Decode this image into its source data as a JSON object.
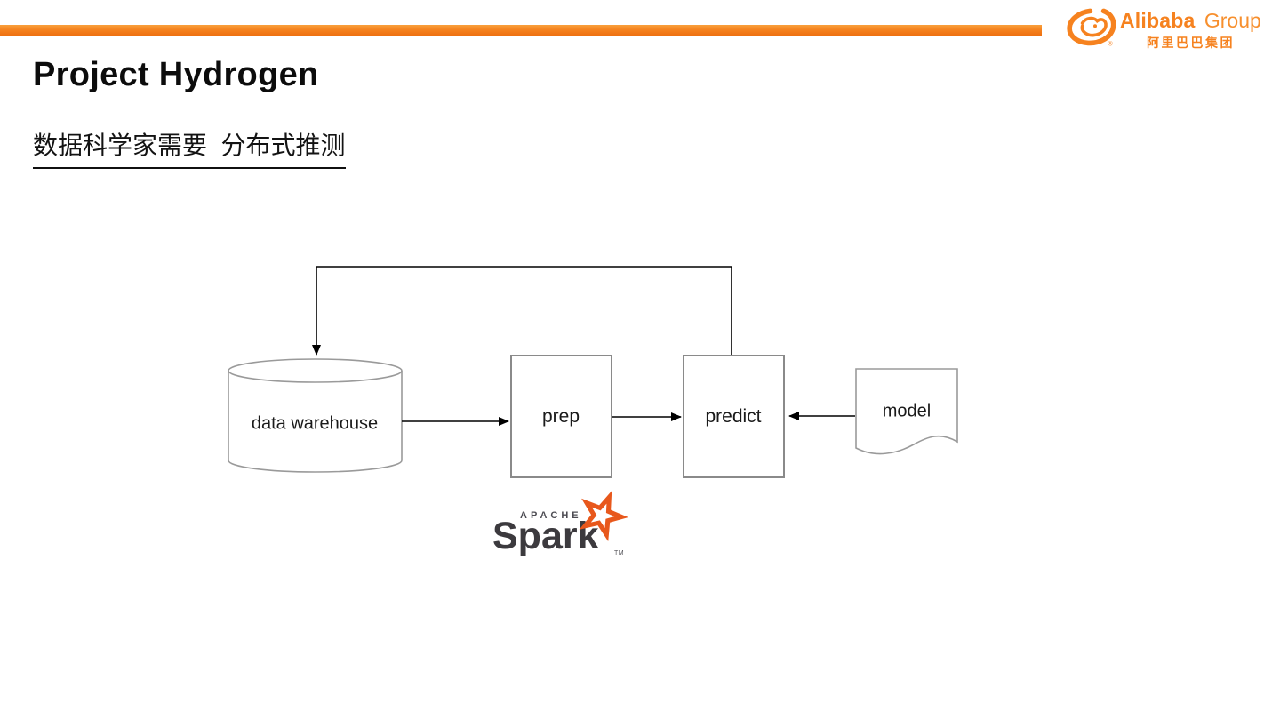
{
  "brand": {
    "name_bold": "Alibaba",
    "name_regular": "Group",
    "name_cn": "阿里巴巴集团",
    "registered_mark": "®",
    "orange": "#F6821F"
  },
  "title": "Project Hydrogen",
  "subtitle": "数据科学家需要  分布式推测",
  "diagram": {
    "warehouse_label": "data warehouse",
    "prep_label": "prep",
    "predict_label": "predict",
    "model_label": "model"
  },
  "spark": {
    "apache": "APACHE",
    "name": "Spark",
    "tm": "TM",
    "orange": "#E8581C",
    "charcoal": "#3C3A3E"
  }
}
